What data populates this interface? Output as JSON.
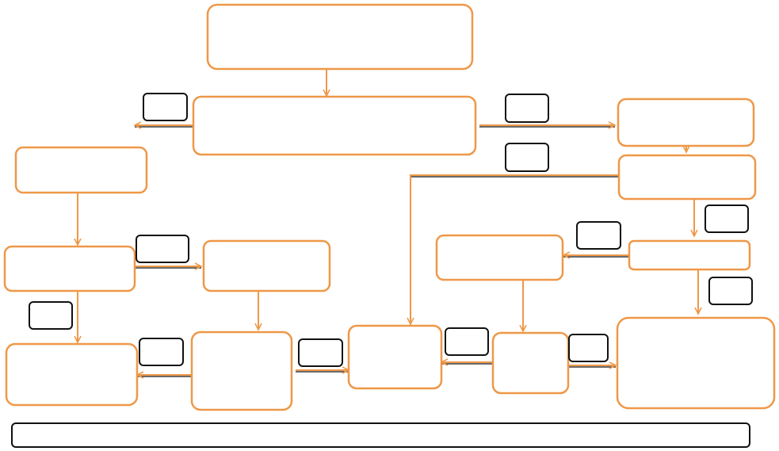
{
  "colors": {
    "node_border": "#ee9848",
    "label_border": "#111111",
    "background": "#ffffff"
  },
  "nodes": [
    {
      "id": "n1",
      "text": ""
    },
    {
      "id": "n2",
      "text": ""
    },
    {
      "id": "n3",
      "text": ""
    },
    {
      "id": "n4",
      "text": ""
    },
    {
      "id": "n5",
      "text": ""
    },
    {
      "id": "n6",
      "text": ""
    },
    {
      "id": "n7",
      "text": ""
    },
    {
      "id": "n8",
      "text": ""
    },
    {
      "id": "n9",
      "text": ""
    },
    {
      "id": "n10",
      "text": ""
    },
    {
      "id": "n11",
      "text": ""
    },
    {
      "id": "n12",
      "text": ""
    },
    {
      "id": "n13",
      "text": ""
    },
    {
      "id": "n14",
      "text": ""
    },
    {
      "id": "n15",
      "text": ""
    }
  ],
  "edge_labels": [
    {
      "id": "l1",
      "text": ""
    },
    {
      "id": "l2",
      "text": ""
    },
    {
      "id": "l3",
      "text": ""
    },
    {
      "id": "l4",
      "text": ""
    },
    {
      "id": "l5",
      "text": ""
    },
    {
      "id": "l6",
      "text": ""
    },
    {
      "id": "l7",
      "text": ""
    },
    {
      "id": "l8",
      "text": ""
    },
    {
      "id": "l9",
      "text": ""
    },
    {
      "id": "l10",
      "text": ""
    },
    {
      "id": "l11",
      "text": ""
    },
    {
      "id": "l12",
      "text": ""
    }
  ],
  "footer": {
    "text": ""
  }
}
